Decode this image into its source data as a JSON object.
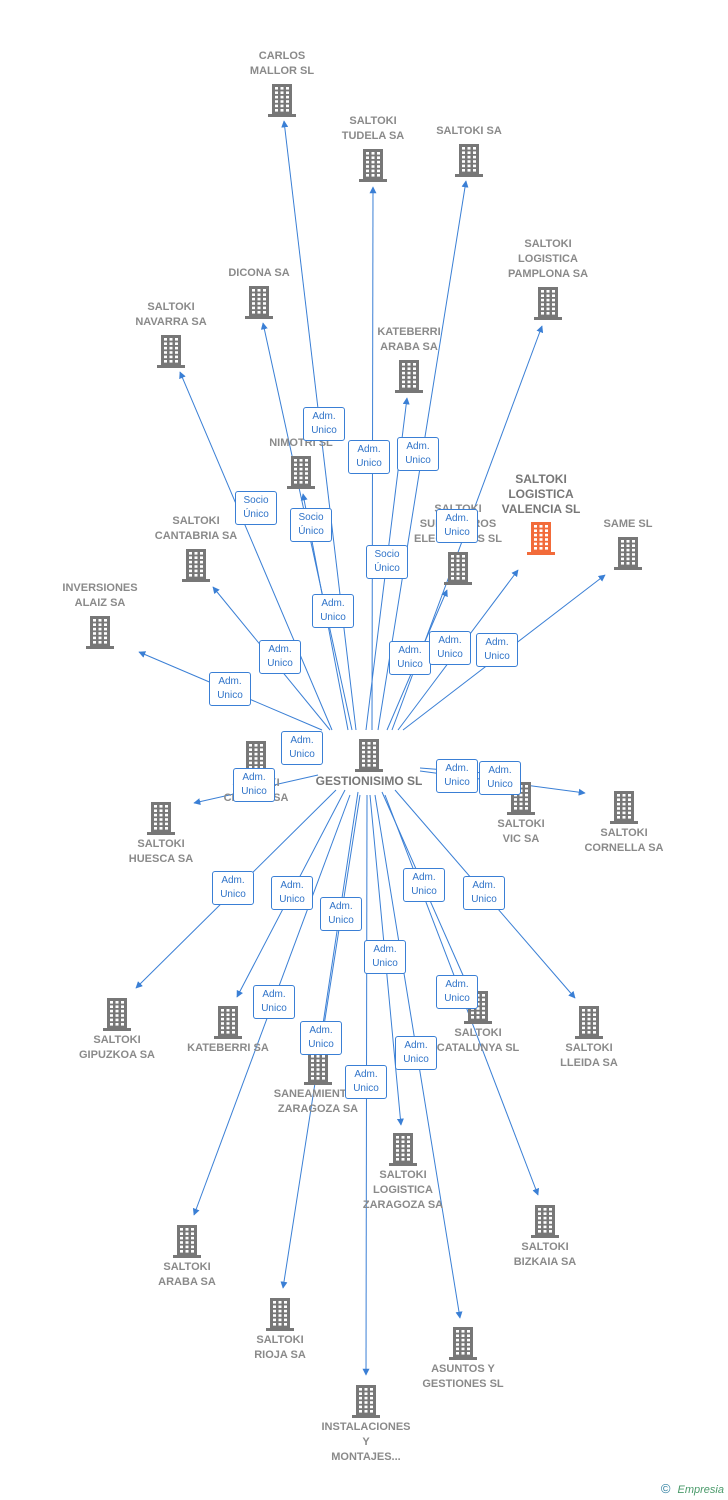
{
  "colors": {
    "edge": "#3a7fd5",
    "badge_border": "#3a7fd5",
    "badge_text": "#2f73c8",
    "building": "#777777",
    "building_highlight": "#f26b3a",
    "label": "#8a8a8a"
  },
  "hub": {
    "id": "gestionisimo",
    "label": "GESTIONISIMO SL"
  },
  "nodes": [
    {
      "id": "carlos_mallor",
      "label": "CARLOS\nMALLOR SL"
    },
    {
      "id": "saltoki_tudela",
      "label": "SALTOKI\nTUDELA SA"
    },
    {
      "id": "saltoki_sa",
      "label": "SALTOKI SA"
    },
    {
      "id": "saltoki_log_pamplona",
      "label": "SALTOKI\nLOGISTICA\nPAMPLONA SA"
    },
    {
      "id": "dicona",
      "label": "DICONA SA"
    },
    {
      "id": "saltoki_navarra",
      "label": "SALTOKI\nNAVARRA SA"
    },
    {
      "id": "kateberri_araba",
      "label": "KATEBERRI\nARABA SA"
    },
    {
      "id": "nimotri",
      "label": "NIMOTRI SL"
    },
    {
      "id": "saltoki_log_valencia",
      "label": "SALTOKI\nLOGISTICA\nVALENCIA SL",
      "highlight": true
    },
    {
      "id": "same",
      "label": "SAME SL"
    },
    {
      "id": "saltoki_suministros",
      "label": "SALTOKI\nSUMINISTROS\nELECTRICOS SL"
    },
    {
      "id": "saltoki_cantabria",
      "label": "SALTOKI\nCANTABRIA SA"
    },
    {
      "id": "inversiones_alaiz",
      "label": "INVERSIONES\nALAIZ SA"
    },
    {
      "id": "saltoki_centro",
      "label": "SALTOKI\nCENTRO SA"
    },
    {
      "id": "saltoki_huesca",
      "label": "SALTOKI\nHUESCA SA"
    },
    {
      "id": "saltoki_vic",
      "label": "SALTOKI\nVIC SA"
    },
    {
      "id": "saltoki_cornella",
      "label": "SALTOKI\nCORNELLA SA"
    },
    {
      "id": "saltoki_gipuzkoa",
      "label": "SALTOKI\nGIPUZKOA SA"
    },
    {
      "id": "kateberri",
      "label": "KATEBERRI SA"
    },
    {
      "id": "saneamientos_zaragoza",
      "label": "SANEAMIENTOS\nZARAGOZA SA"
    },
    {
      "id": "saltoki_catalunya",
      "label": "SALTOKI\nCATALUNYA SL"
    },
    {
      "id": "saltoki_lleida",
      "label": "SALTOKI\nLLEIDA SA"
    },
    {
      "id": "saltoki_log_zaragoza",
      "label": "SALTOKI\nLOGISTICA\nZARAGOZA SA"
    },
    {
      "id": "saltoki_bizkaia",
      "label": "SALTOKI\nBIZKAIA SA"
    },
    {
      "id": "saltoki_araba",
      "label": "SALTOKI\nARABA SA"
    },
    {
      "id": "saltoki_rioja",
      "label": "SALTOKI\nRIOJA SA"
    },
    {
      "id": "asuntos_gestiones",
      "label": "ASUNTOS Y\nGESTIONES SL"
    },
    {
      "id": "instalaciones",
      "label": "INSTALACIONES\nY\nMONTAJES..."
    }
  ],
  "edges": [
    {
      "to": "carlos_mallor",
      "role": "Adm.\nUnico"
    },
    {
      "to": "saltoki_tudela",
      "role": "Adm.\nUnico"
    },
    {
      "to": "saltoki_sa",
      "role": "Adm.\nUnico"
    },
    {
      "to": "saltoki_log_pamplona",
      "role": "Adm.\nUnico"
    },
    {
      "to": "dicona",
      "role": "Adm.\nUnico"
    },
    {
      "to": "saltoki_navarra",
      "role": "Socio\nÚnico"
    },
    {
      "to": "kateberri_araba",
      "role": "Socio\nÚnico"
    },
    {
      "to": "nimotri",
      "role": "Socio\nÚnico"
    },
    {
      "to": "saltoki_log_valencia",
      "role": "Adm.\nUnico"
    },
    {
      "to": "same",
      "role": "Adm.\nUnico"
    },
    {
      "to": "saltoki_suministros",
      "role": "Adm.\nUnico"
    },
    {
      "to": "saltoki_cantabria",
      "role": "Adm.\nUnico"
    },
    {
      "to": "inversiones_alaiz",
      "role": "Adm.\nUnico"
    },
    {
      "to": "saltoki_centro",
      "role": "Adm.\nUnico"
    },
    {
      "to": "saltoki_huesca",
      "role": "Adm.\nUnico"
    },
    {
      "to": "saltoki_vic",
      "role": "Adm.\nUnico"
    },
    {
      "to": "saltoki_cornella",
      "role": "Adm.\nUnico"
    },
    {
      "to": "saltoki_gipuzkoa",
      "role": "Adm.\nUnico"
    },
    {
      "to": "kateberri",
      "role": "Adm.\nUnico"
    },
    {
      "to": "saneamientos_zaragoza",
      "role": "Adm.\nUnico"
    },
    {
      "to": "saltoki_catalunya",
      "role": "Adm.\nUnico"
    },
    {
      "to": "saltoki_lleida",
      "role": "Adm.\nUnico"
    },
    {
      "to": "saltoki_log_zaragoza",
      "role": "Adm.\nUnico"
    },
    {
      "to": "saltoki_bizkaia",
      "role": "Adm.\nUnico"
    },
    {
      "to": "saltoki_araba",
      "role": "Adm.\nUnico"
    },
    {
      "to": "saltoki_rioja",
      "role": "Adm.\nUnico"
    },
    {
      "to": "asuntos_gestiones",
      "role": "Adm.\nUnico"
    },
    {
      "to": "instalaciones",
      "role": "Adm.\nUnico"
    }
  ],
  "brand": {
    "copyright": "©",
    "name": "Empresia"
  }
}
